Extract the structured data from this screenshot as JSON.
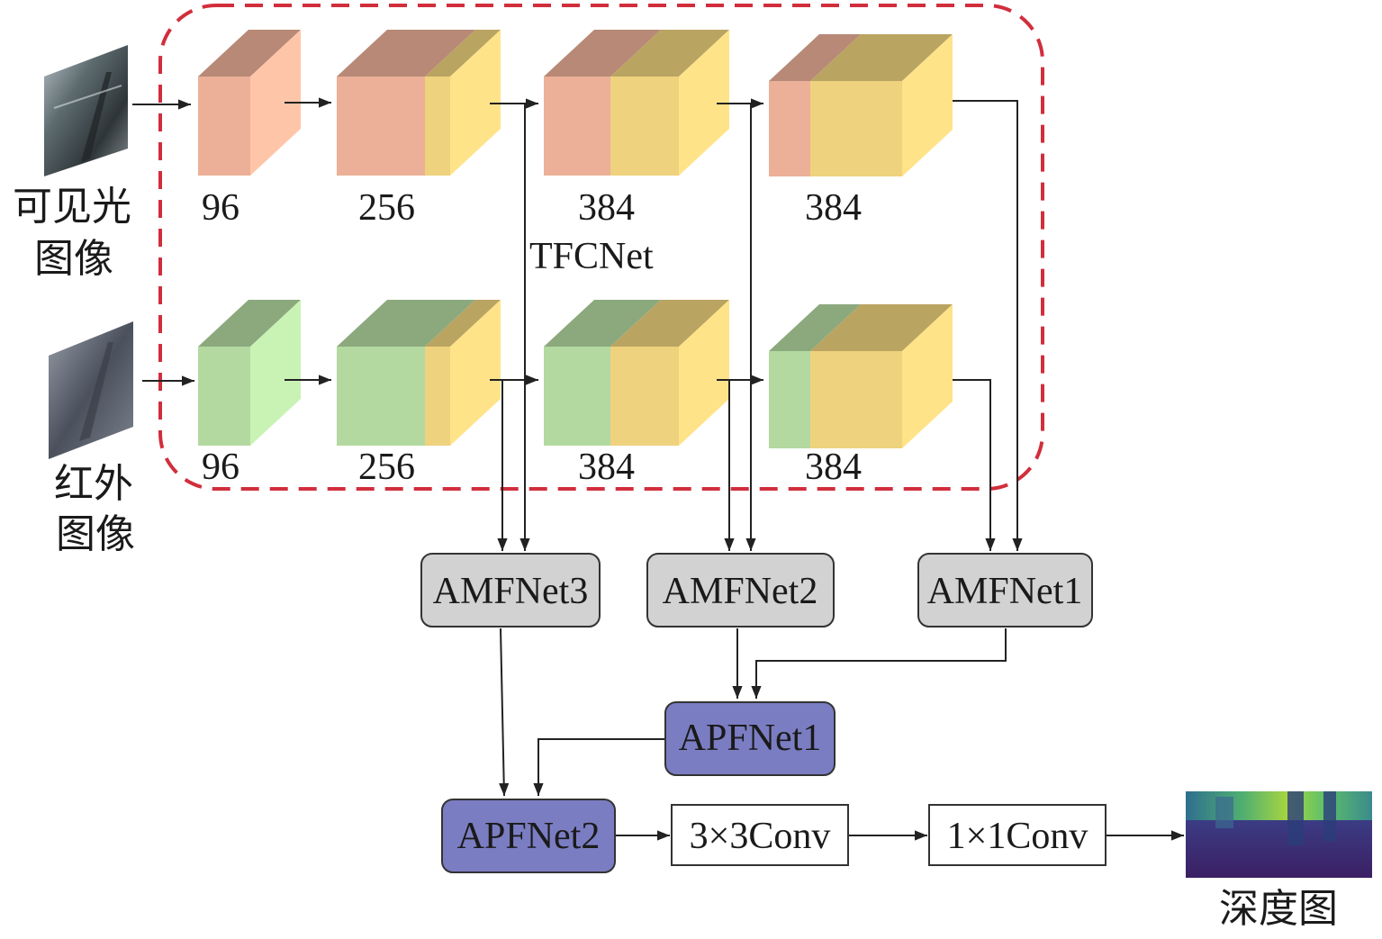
{
  "inputs": {
    "visible_label_line1": "可见光",
    "visible_label_line2": "图像",
    "infrared_label_line1": "红外",
    "infrared_label_line2": "图像"
  },
  "output": {
    "label": "深度图"
  },
  "backbone": {
    "name": "TFCNet",
    "top_channels": [
      "96",
      "256",
      "384",
      "384"
    ],
    "bottom_channels": [
      "96",
      "256",
      "384",
      "384"
    ]
  },
  "modules": {
    "amfnet3": "AMFNet3",
    "amfnet2": "AMFNet2",
    "amfnet1": "AMFNet1",
    "apfnet1": "APFNet1",
    "apfnet2": "APFNet2",
    "conv3": "3×3Conv",
    "conv1": "1×1Conv"
  },
  "colors": {
    "visible_block": "#EBB097",
    "infrared_block": "#B3D9A1",
    "fused_block": "#EFD27E",
    "amf_fill": "#D2D2D2",
    "apf_fill": "#7B7DC3",
    "dash_border": "#D12E3C",
    "line": "#222222"
  }
}
